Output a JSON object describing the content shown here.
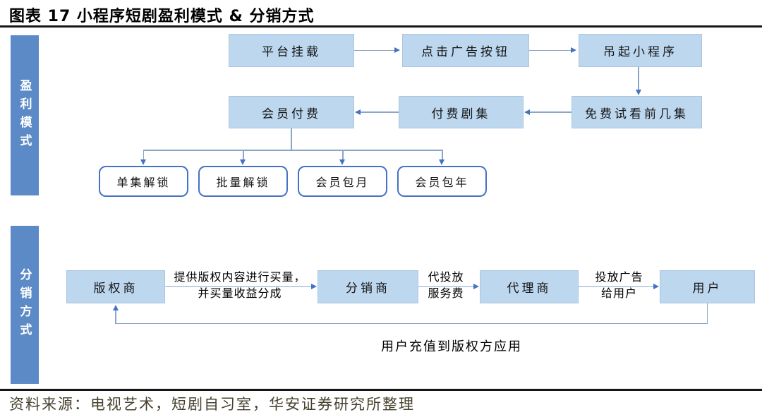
{
  "title": "图表 17 小程序短剧盈利模式 & 分销方式",
  "source": "资料来源：电视艺术，短剧自习室，华安证券研究所整理",
  "colors": {
    "node_fill": "#bdd7ee",
    "node_border": "#aac6e0",
    "section_bar": "#5b8ac6",
    "leaf_border": "#4472c4",
    "connector_line": "#8aa5c6",
    "arrowhead": "#4472c4",
    "divider": "#161616"
  },
  "sections": {
    "profit": {
      "label": "盈利模式",
      "row1": [
        "平台挂载",
        "点击广告按钮",
        "吊起小程序"
      ],
      "row2": [
        "会员付费",
        "付费剧集",
        "免费试看前几集"
      ],
      "leaves": [
        "单集解锁",
        "批量解锁",
        "会员包月",
        "会员包年"
      ]
    },
    "distribution": {
      "label": "分销方式",
      "nodes": [
        "版权商",
        "分销商",
        "代理商",
        "用户"
      ],
      "edges": [
        {
          "line1": "提供版权内容进行买量，",
          "line2": "并买量收益分成"
        },
        {
          "line1": "代投放",
          "line2": "服务费"
        },
        {
          "line1": "投放广告",
          "line2": "给用户"
        }
      ],
      "return_label": "用户充值到版权方应用"
    }
  }
}
